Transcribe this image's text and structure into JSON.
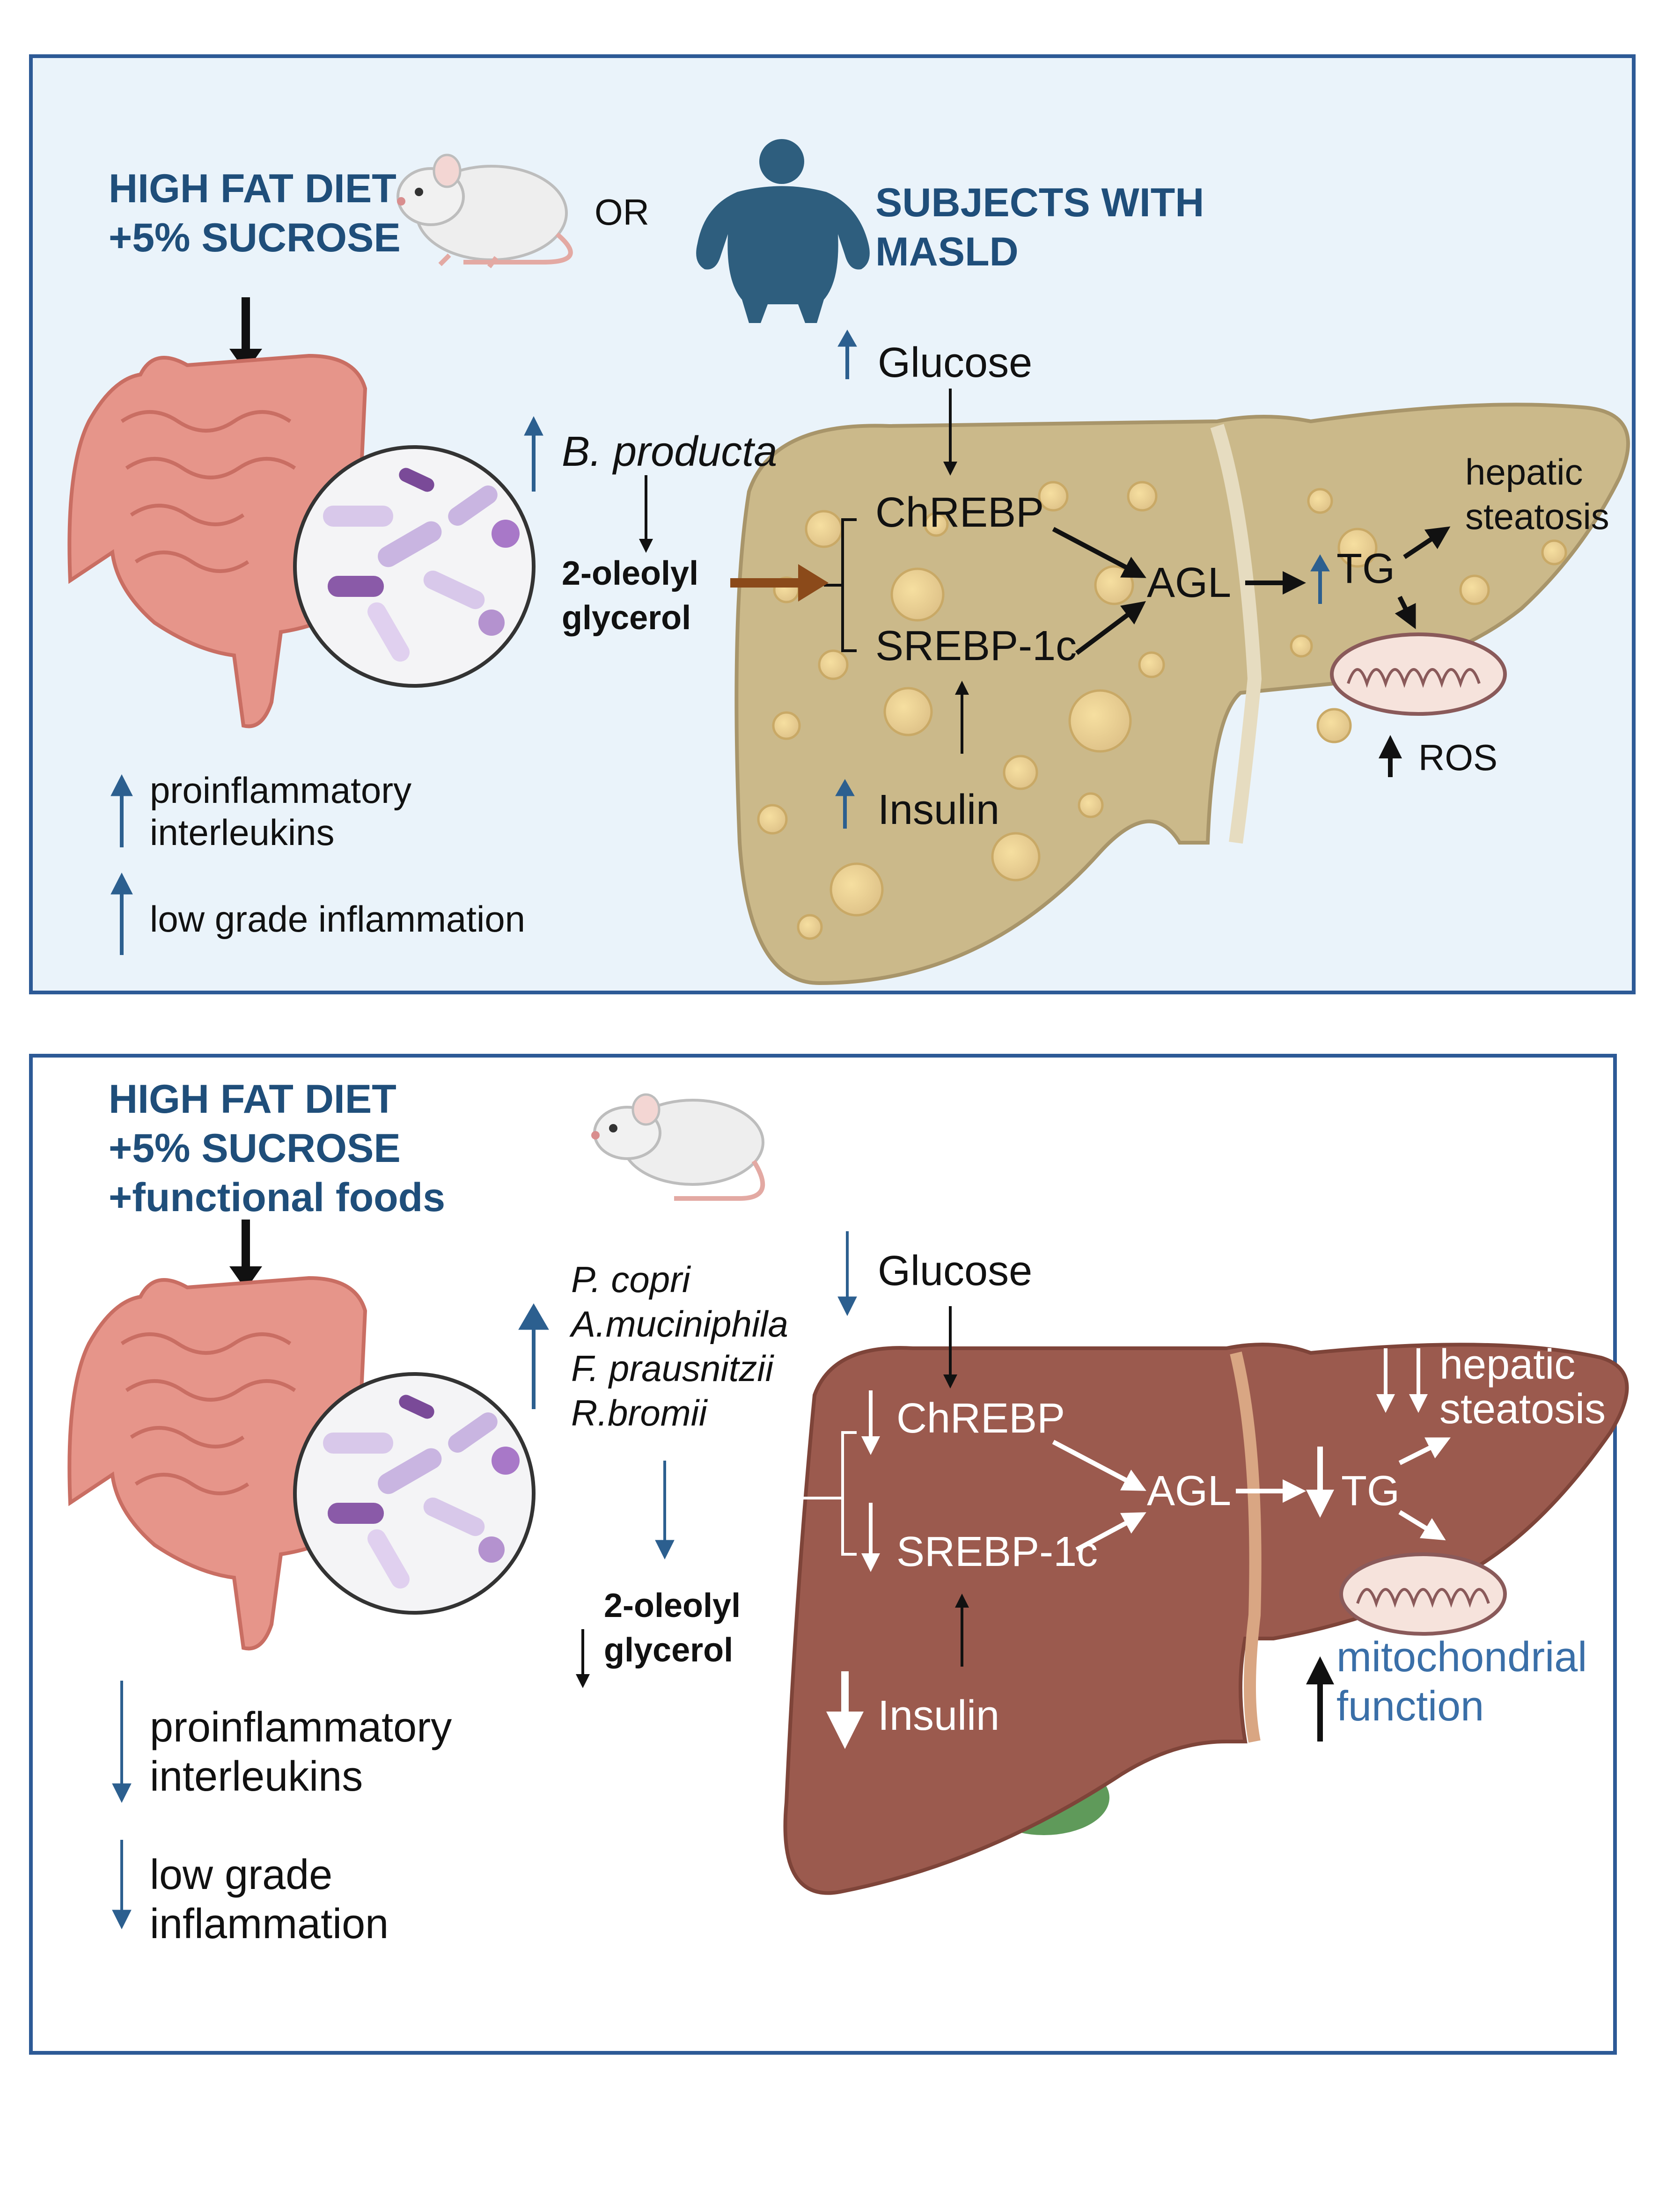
{
  "top": {
    "diet_title_1": "HIGH FAT DIET",
    "diet_title_2": "+5% SUCROSE",
    "or_label": "OR",
    "subjects_1": "SUBJECTS WITH",
    "subjects_2": "MASLD",
    "glucose": "Glucose",
    "bacteria": "B. producta",
    "oleoyl_1": "2-oleolyl",
    "oleoyl_2": "glycerol",
    "chrebp": "ChREBP",
    "srebp": "SREBP-1c",
    "agl": "AGL",
    "tg": "TG",
    "hepatic_1": "hepatic",
    "hepatic_2": "steatosis",
    "ros": "ROS",
    "insulin": "Insulin",
    "proinfl_1": "proinflammatory",
    "proinfl_2": "interleukins",
    "low_grade": "low grade inflammation"
  },
  "bottom": {
    "diet_title_1": "HIGH FAT DIET",
    "diet_title_2": "+5% SUCROSE",
    "diet_title_3": "+functional foods",
    "glucose": "Glucose",
    "bacteria": [
      "P. copri",
      "A.muciniphila",
      "F. prausnitzii",
      "R.bromii"
    ],
    "oleoyl_1": "2-oleolyl",
    "oleoyl_2": "glycerol",
    "chrebp": "ChREBP",
    "srebp": "SREBP-1c",
    "agl": "AGL",
    "tg": "TG",
    "hepatic_1": "hepatic",
    "hepatic_2": "steatosis",
    "mito_1": "mitochondrial",
    "mito_2": "function",
    "insulin": "Insulin",
    "proinfl_1": "proinflammatory",
    "proinfl_2": "interleukins",
    "low_grade_1": "low grade",
    "low_grade_2": "inflammation"
  },
  "colors": {
    "panel_border": "#2d5a96",
    "top_panel_bg": "#eaf3fa",
    "title_blue": "#1f4e7a",
    "person": "#2e5e7e",
    "liver_fatty": "#cbb98a",
    "liver_healthy": "#9b5a4e",
    "gallbladder": "#5f9a5a",
    "intestine": "#e6958a",
    "arrow_up_blue": "#2c5f8f",
    "arrow_brown": "#8b4a1a",
    "mito_blue_text": "#3a6fa8"
  }
}
